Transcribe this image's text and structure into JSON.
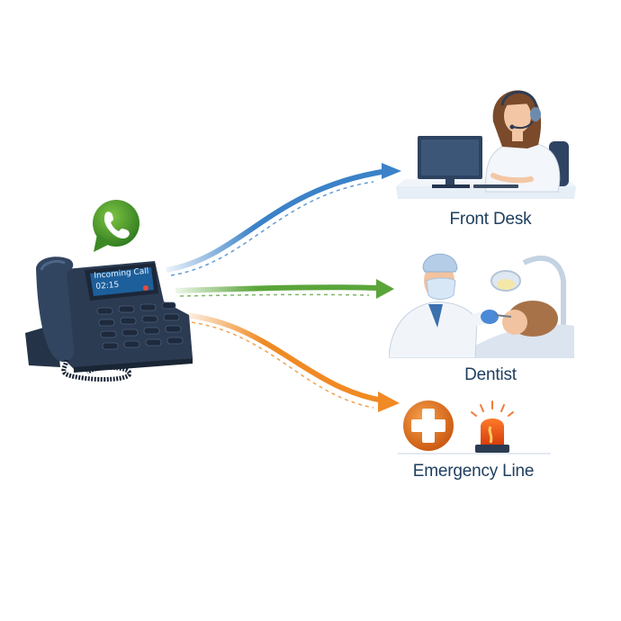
{
  "diagram": {
    "type": "call-routing",
    "source": {
      "name": "desk-phone",
      "screen": {
        "line1": "Incoming Call",
        "line2": "02:15"
      },
      "badge_icon": "phone-chat-bubble-icon"
    },
    "routes": [
      {
        "label": "Front Desk",
        "color": "#3b82c8",
        "icon": "receptionist-icon"
      },
      {
        "label": "Dentist",
        "color": "#5aa53a",
        "icon": "dentist-icon"
      },
      {
        "label": "Emergency Line",
        "color": "#f08a24",
        "icon": "emergency-icon"
      }
    ]
  }
}
